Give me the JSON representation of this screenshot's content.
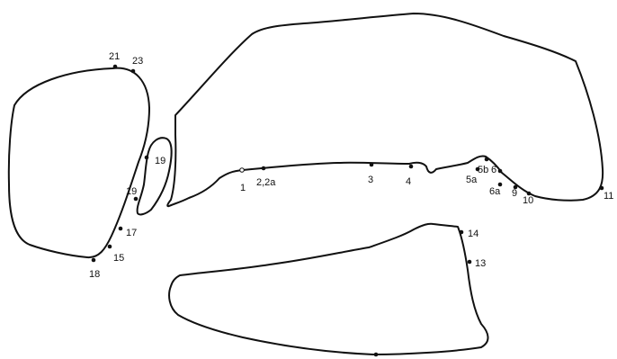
{
  "diagram": {
    "shapes": [
      {
        "name": "left-outline"
      },
      {
        "name": "upper-right-outline"
      },
      {
        "name": "inner-loop-outline"
      },
      {
        "name": "lower-outline"
      }
    ],
    "landmarks": {
      "p1": {
        "label": "1"
      },
      "p2": {
        "label": "2,2a"
      },
      "p3": {
        "label": "3"
      },
      "p4": {
        "label": "4"
      },
      "p5a": {
        "label": "5a"
      },
      "p5b": {
        "label": "5b"
      },
      "p6": {
        "label": "6"
      },
      "p6a": {
        "label": "6a"
      },
      "p9": {
        "label": "9"
      },
      "p10": {
        "label": "10"
      },
      "p11": {
        "label": "11"
      },
      "p13": {
        "label": "13"
      },
      "p14": {
        "label": "14"
      },
      "p15": {
        "label": "15"
      },
      "p17": {
        "label": "17"
      },
      "p18": {
        "label": "18"
      },
      "p19": {
        "label": "19"
      },
      "p19b": {
        "label": "19"
      },
      "p21": {
        "label": "21"
      },
      "p23": {
        "label": "23"
      }
    }
  }
}
